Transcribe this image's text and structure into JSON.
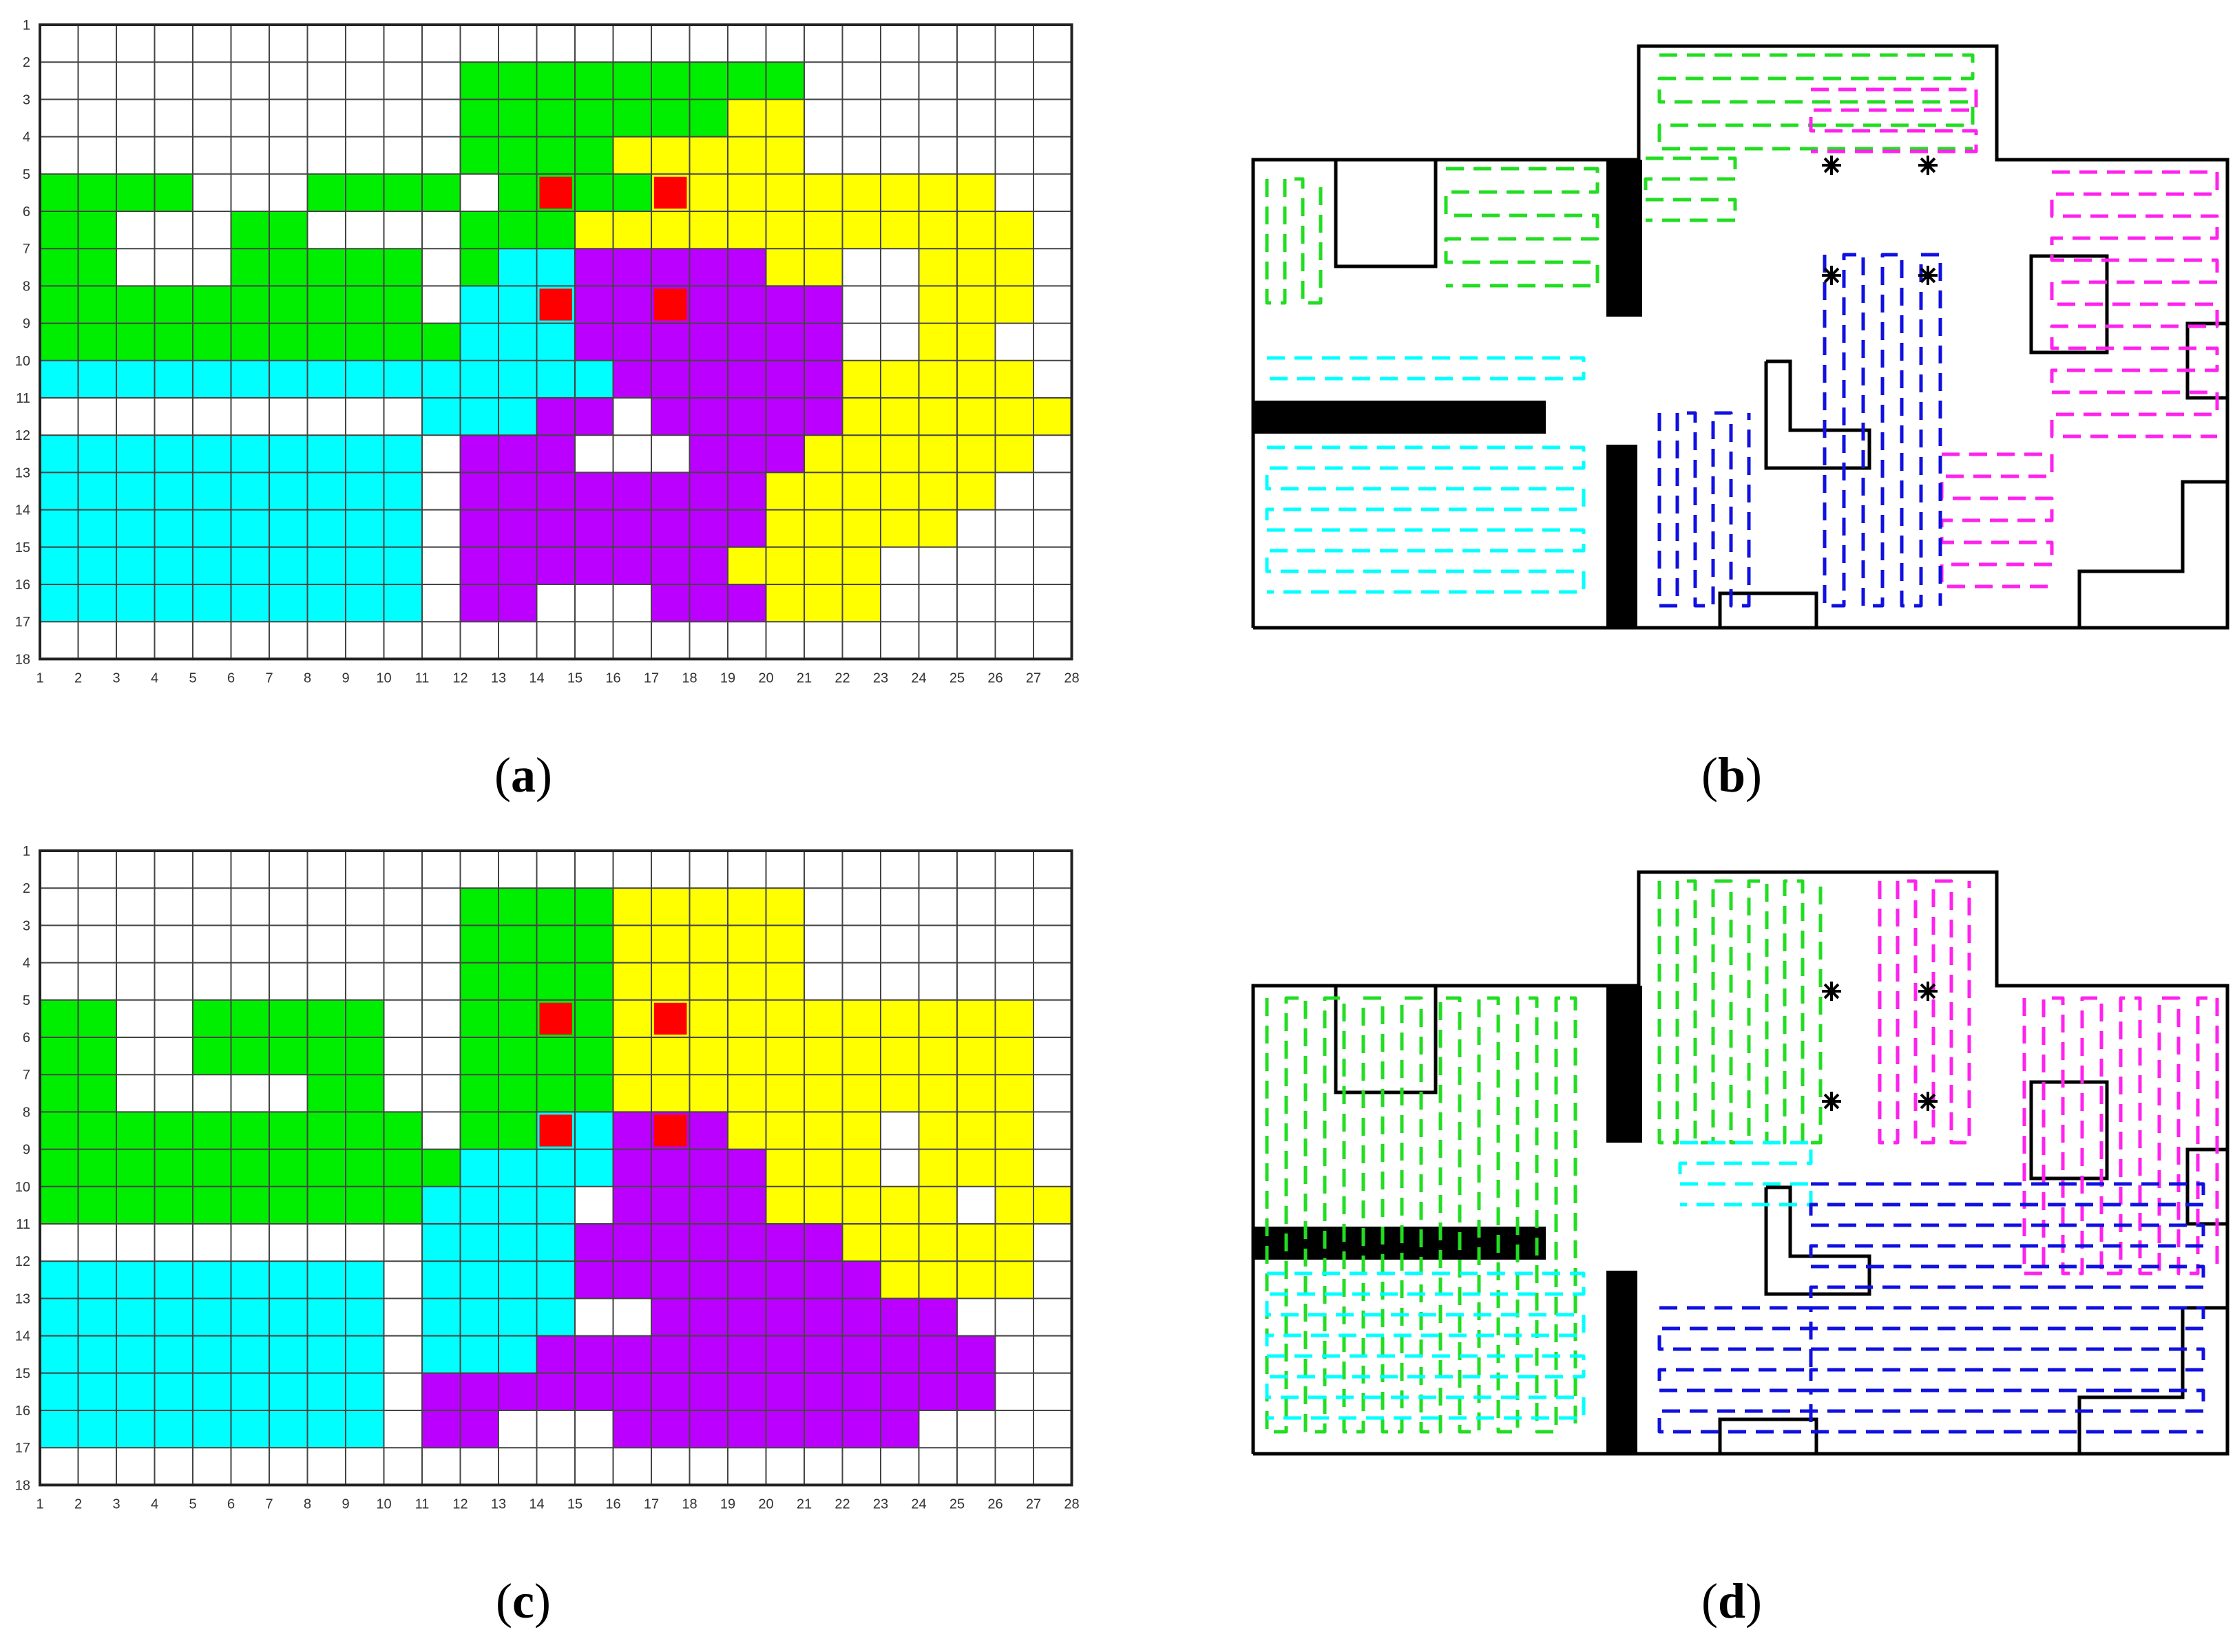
{
  "captions": {
    "a": {
      "label": "a"
    },
    "b": {
      "label": "b"
    },
    "c": {
      "label": "c"
    },
    "d": {
      "label": "d"
    }
  },
  "grid": {
    "cols": 27,
    "rows": 17,
    "x_ticks": [
      "1",
      "2",
      "3",
      "4",
      "5",
      "6",
      "7",
      "8",
      "9",
      "10",
      "11",
      "12",
      "13",
      "14",
      "15",
      "16",
      "17",
      "18",
      "19",
      "20",
      "21",
      "22",
      "23",
      "24",
      "25",
      "26",
      "27",
      "28"
    ],
    "y_ticks": [
      "1",
      "2",
      "3",
      "4",
      "5",
      "6",
      "7",
      "8",
      "9",
      "10",
      "11",
      "12",
      "13",
      "14",
      "15",
      "16",
      "17",
      "18"
    ]
  },
  "colors": {
    "green": "#00ee00",
    "yellow": "#ffff00",
    "cyan": "#00ffff",
    "purple": "#bb00ff",
    "red": "#ff0000",
    "blue": "#1010e0",
    "magenta": "#ff22ee",
    "dash_green": "#22dd22",
    "wall": "#000000"
  },
  "panel_a": {
    "maps": [
      "...........................",
      "...........GGGGGGGGG.......",
      "...........GGGGGGGYY.......",
      "...........GGGGYYYYY.......",
      "GGGG...GGGG.GGGGYYYYYYYYY..",
      "GG...GG....GGGYYYYYYYYYYYY.",
      "GG...GGGGG.GCCPPPPPYY..YYY.",
      "GGGGGGGGGG.CCCPPPPPPP..YYY.",
      "GGGGGGGGGGGCCCPPPPPPP..YY..",
      "CCCCCCCCCCCCCCCPPPPPPYYYYY.",
      "..........CCCPP.PPPPPYYYYYY",
      "CCCCCCCCCC.PPP...PPPYYYYYY.",
      "CCCCCCCCCC.PPPPPPPPYYYYYY..",
      "CCCCCCCCCC.PPPPPPPPYYYYY...",
      "CCCCCCCCCC.PPPPPPPYYYY.....",
      "CCCCCCCCCC.PP...PPPYYY.....",
      "..........................."
    ],
    "red_cells": [
      [
        13,
        4
      ],
      [
        16,
        4
      ],
      [
        13,
        7
      ],
      [
        16,
        7
      ]
    ]
  },
  "panel_c": {
    "maps": [
      "...........................",
      "...........GGGGYYYYY.......",
      "...........GGGGYYYYY.......",
      "...........GGGGYYYYY.......",
      "GG..GGGGG..GGGGYYYYYYYYYYY.",
      "GG..GGGGG..GGGGYYYYYYYYYYY.",
      "GG.....GG..GGGGYYYYYYYYYYY.",
      "GGGGGGGGGG.GGCCPPPYYYY.YYY.",
      "GGGGGGGGGGGCCCCPPPPYYY.YYY.",
      "GGGGGGGGGGCCCC.PPPPYYYYY.YY",
      "..........CCCCPPPPPPPYYYYY.",
      "CCCCCCCCC.CCCCPPPPPPPPYYYY.",
      "CCCCCCCCC.CCCC..PPPPPPPP...",
      "CCCCCCCCC.CCCPPPPPPPPPPPP..",
      "CCCCCCCCC.PPPPPPPPPPPPPPP..",
      "CCCCCCCCC.PP...PPPPPPPP....",
      "..........................."
    ],
    "red_cells": [
      [
        13,
        4
      ],
      [
        16,
        4
      ],
      [
        13,
        7
      ],
      [
        16,
        7
      ]
    ]
  }
}
